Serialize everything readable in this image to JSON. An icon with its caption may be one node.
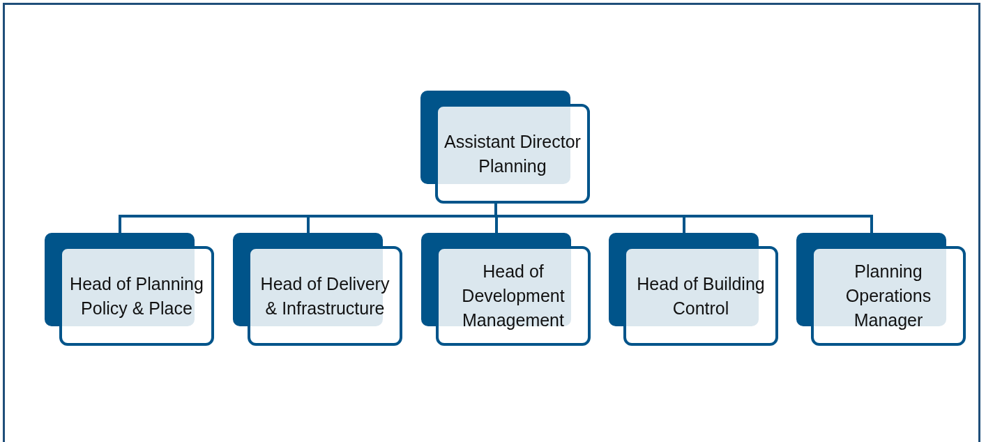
{
  "diagram": {
    "nodes": [
      {
        "text": [
          "Assistant Director Planning"
        ]
      },
      {
        "text": [
          "Head of Planning Policy & Place"
        ]
      },
      {
        "text": [
          "Head of Delivery & Infrastructure"
        ]
      },
      {
        "text": [
          "Head of Development Management"
        ]
      },
      {
        "text": [
          "Head of Building Control"
        ]
      },
      {
        "text": [
          "Planning Operations Manager"
        ]
      }
    ],
    "edges": [
      {
        "from": 0,
        "to": 1,
        "arrow": "none"
      },
      {
        "from": 0,
        "to": 2,
        "arrow": "none"
      },
      {
        "from": 0,
        "to": 3,
        "arrow": "none"
      },
      {
        "from": 0,
        "to": 4,
        "arrow": "none"
      },
      {
        "from": 0,
        "to": 5,
        "arrow": "none"
      }
    ]
  }
}
